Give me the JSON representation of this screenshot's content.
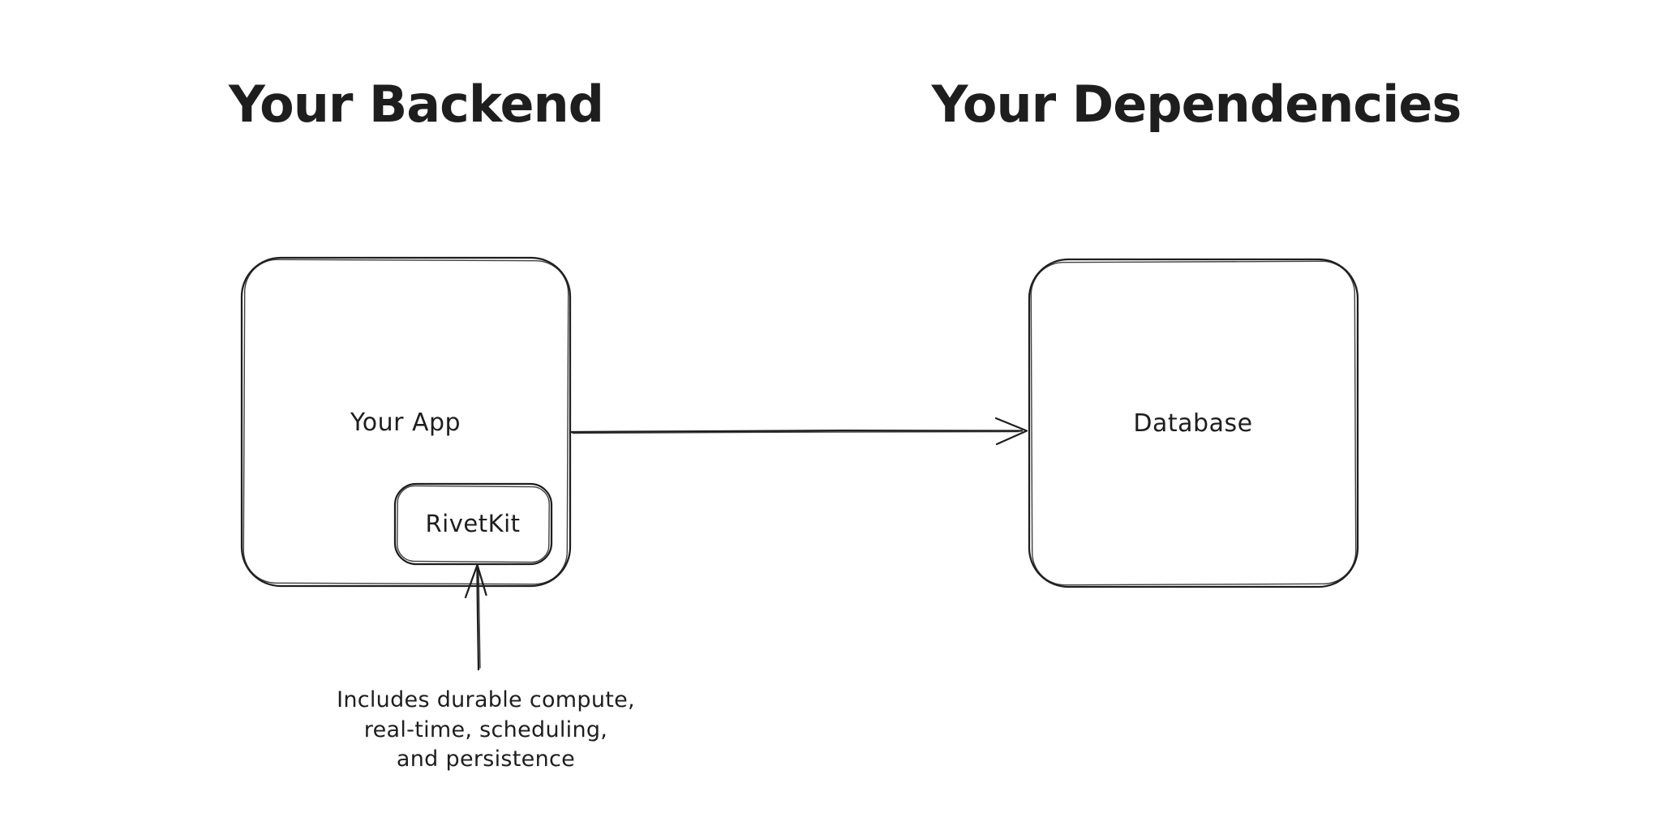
{
  "canvas": {
    "background_color": "#ffffff",
    "stroke_color": "#1e1e1e"
  },
  "headings": {
    "left": "Your Backend",
    "right": "Your Dependencies"
  },
  "nodes": {
    "your_app": {
      "label": "Your App"
    },
    "rivetkit": {
      "label": "RivetKit"
    },
    "database": {
      "label": "Database"
    }
  },
  "edges": {
    "app_to_database": {
      "from": "your_app",
      "to": "database",
      "style": "arrow-right"
    },
    "annotation_to_rivetkit": {
      "from": "annotation",
      "to": "rivetkit",
      "style": "arrow-up"
    }
  },
  "annotation": {
    "lines": [
      "Includes durable compute,",
      "real-time, scheduling,",
      "and persistence"
    ]
  }
}
